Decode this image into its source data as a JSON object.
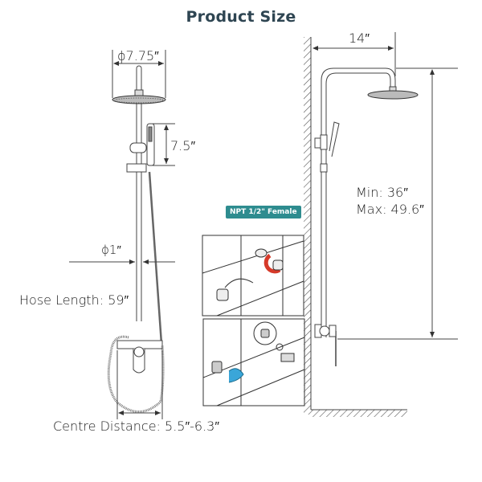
{
  "title": "Product Size",
  "front_view": {
    "head_diameter": "ϕ7.75″",
    "handheld_height": "7.5″",
    "pipe_diameter": "ϕ1″",
    "hose_length": "Hose Length: 59″",
    "centre_distance": "Centre Distance: 5.5″-6.3″"
  },
  "side_view": {
    "arm_reach": "14″",
    "height_min": "Min: 36″",
    "height_max": "Max: 49.6″"
  },
  "installation": {
    "callout": "NPT 1/2\" Female",
    "callout_color": "#2e8c8f",
    "arrow_red": "#d63a2a",
    "arrow_blue": "#3aa6d9"
  }
}
